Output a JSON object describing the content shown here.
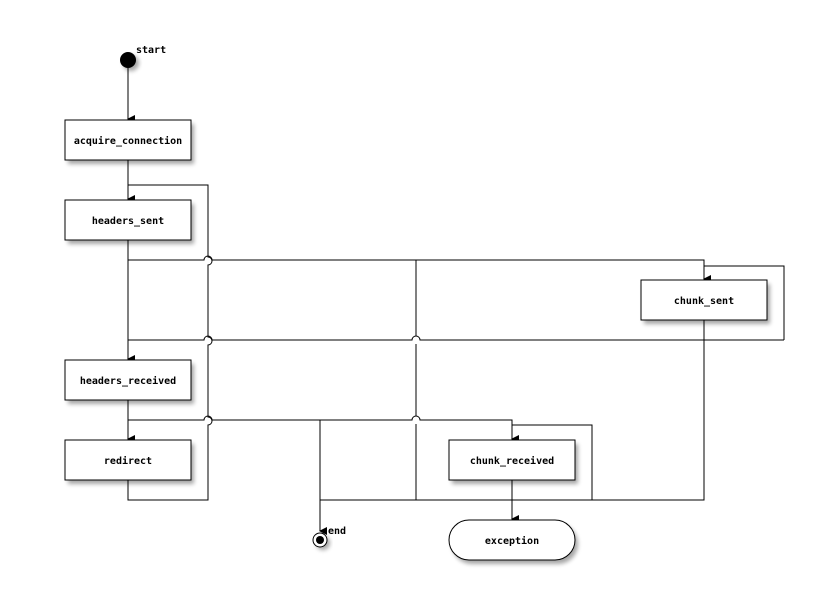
{
  "diagram": {
    "type": "state-machine",
    "start": {
      "label": "start"
    },
    "end": {
      "label": "end"
    },
    "states": [
      {
        "id": "acquire_connection",
        "label": "acquire_connection",
        "shape": "rect"
      },
      {
        "id": "headers_sent",
        "label": "headers_sent",
        "shape": "rect"
      },
      {
        "id": "chunk_sent",
        "label": "chunk_sent",
        "shape": "rect"
      },
      {
        "id": "headers_received",
        "label": "headers_received",
        "shape": "rect"
      },
      {
        "id": "redirect",
        "label": "redirect",
        "shape": "rect"
      },
      {
        "id": "chunk_received",
        "label": "chunk_received",
        "shape": "rect"
      },
      {
        "id": "exception",
        "label": "exception",
        "shape": "rounded"
      }
    ],
    "transitions": [
      {
        "from": "start",
        "to": "acquire_connection"
      },
      {
        "from": "acquire_connection",
        "to": "headers_sent"
      },
      {
        "from": "redirect",
        "to": "headers_sent"
      },
      {
        "from": "headers_sent",
        "to": "chunk_sent"
      },
      {
        "from": "chunk_sent",
        "to": "chunk_sent"
      },
      {
        "from": "headers_sent",
        "to": "headers_received"
      },
      {
        "from": "chunk_sent",
        "to": "headers_received"
      },
      {
        "from": "headers_received",
        "to": "redirect"
      },
      {
        "from": "headers_received",
        "to": "end"
      },
      {
        "from": "headers_received",
        "to": "chunk_received"
      },
      {
        "from": "chunk_received",
        "to": "chunk_received"
      },
      {
        "from": "chunk_received",
        "to": "exception"
      },
      {
        "from": "chunk_sent",
        "to": "end"
      }
    ]
  }
}
